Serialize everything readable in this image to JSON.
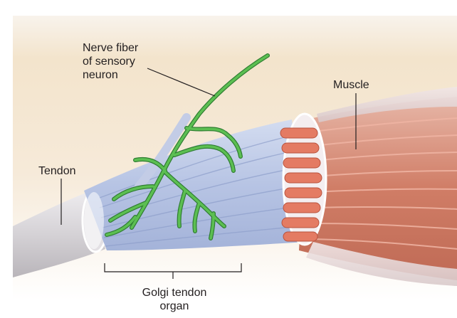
{
  "labels": {
    "nerve_fiber": "Nerve fiber\nof sensory\nneuron",
    "muscle": "Muscle",
    "tendon": "Tendon",
    "golgi_tendon_organ": "Golgi tendon\norgan"
  },
  "colors": {
    "background_gradient_top": "#f3e2c6",
    "background_gradient_bottom": "#ffffff",
    "tendon": "#d9d6d9",
    "capsule": "#b9c6e4",
    "capsule_stripe": "#8a9cc8",
    "muscle": "#d17e68",
    "muscle_fiber": "#e8a491",
    "nerve": "#5bb04f",
    "nerve_outline": "#2f7d32",
    "leader_line": "#231f20"
  }
}
